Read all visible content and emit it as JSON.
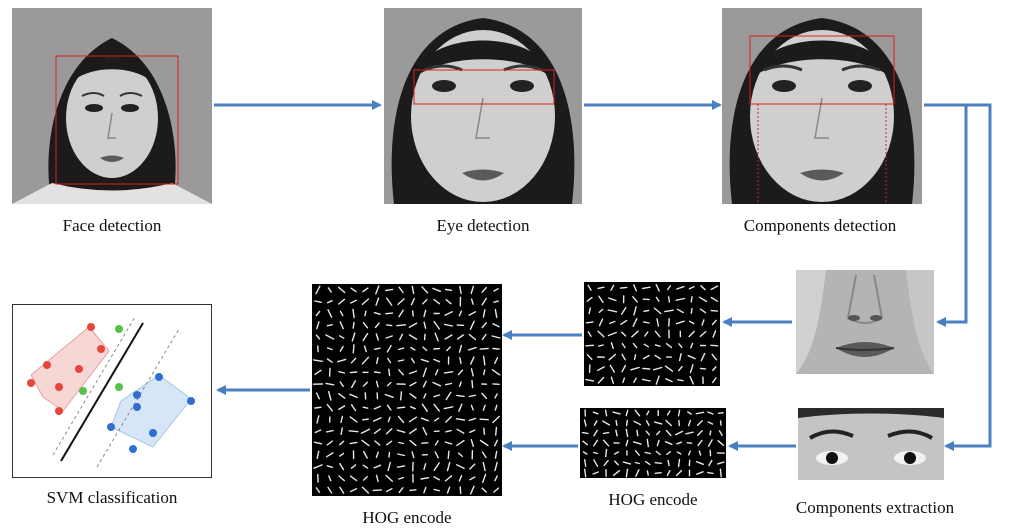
{
  "captions": {
    "face_detection": "Face detection",
    "eye_detection": "Eye detection",
    "components_detection": "Components detection",
    "svm_classification": "SVM classification",
    "hog_encode_large": "HOG encode",
    "hog_encode_small": "HOG encode",
    "components_extraction": "Components extraction"
  },
  "colors": {
    "arrow": "#4a7fc1",
    "detection_box": "#d42020",
    "class_a_point": "#e8453c",
    "class_b_point": "#2f6fd1",
    "support_vector": "#57c24a",
    "class_a_region": "#f7d6d6",
    "class_b_region": "#d7e6f6"
  },
  "icons": {
    "face_detection_image": "face-photo-icon",
    "eye_detection_image": "face-photo-icon",
    "components_detection_image": "face-photo-icon",
    "mouth_crop_image": "mouth-region-icon",
    "eyes_crop_image": "eyes-region-icon",
    "hog_image": "hog-feature-map-icon",
    "svm_plot": "svm-scatter-icon"
  }
}
